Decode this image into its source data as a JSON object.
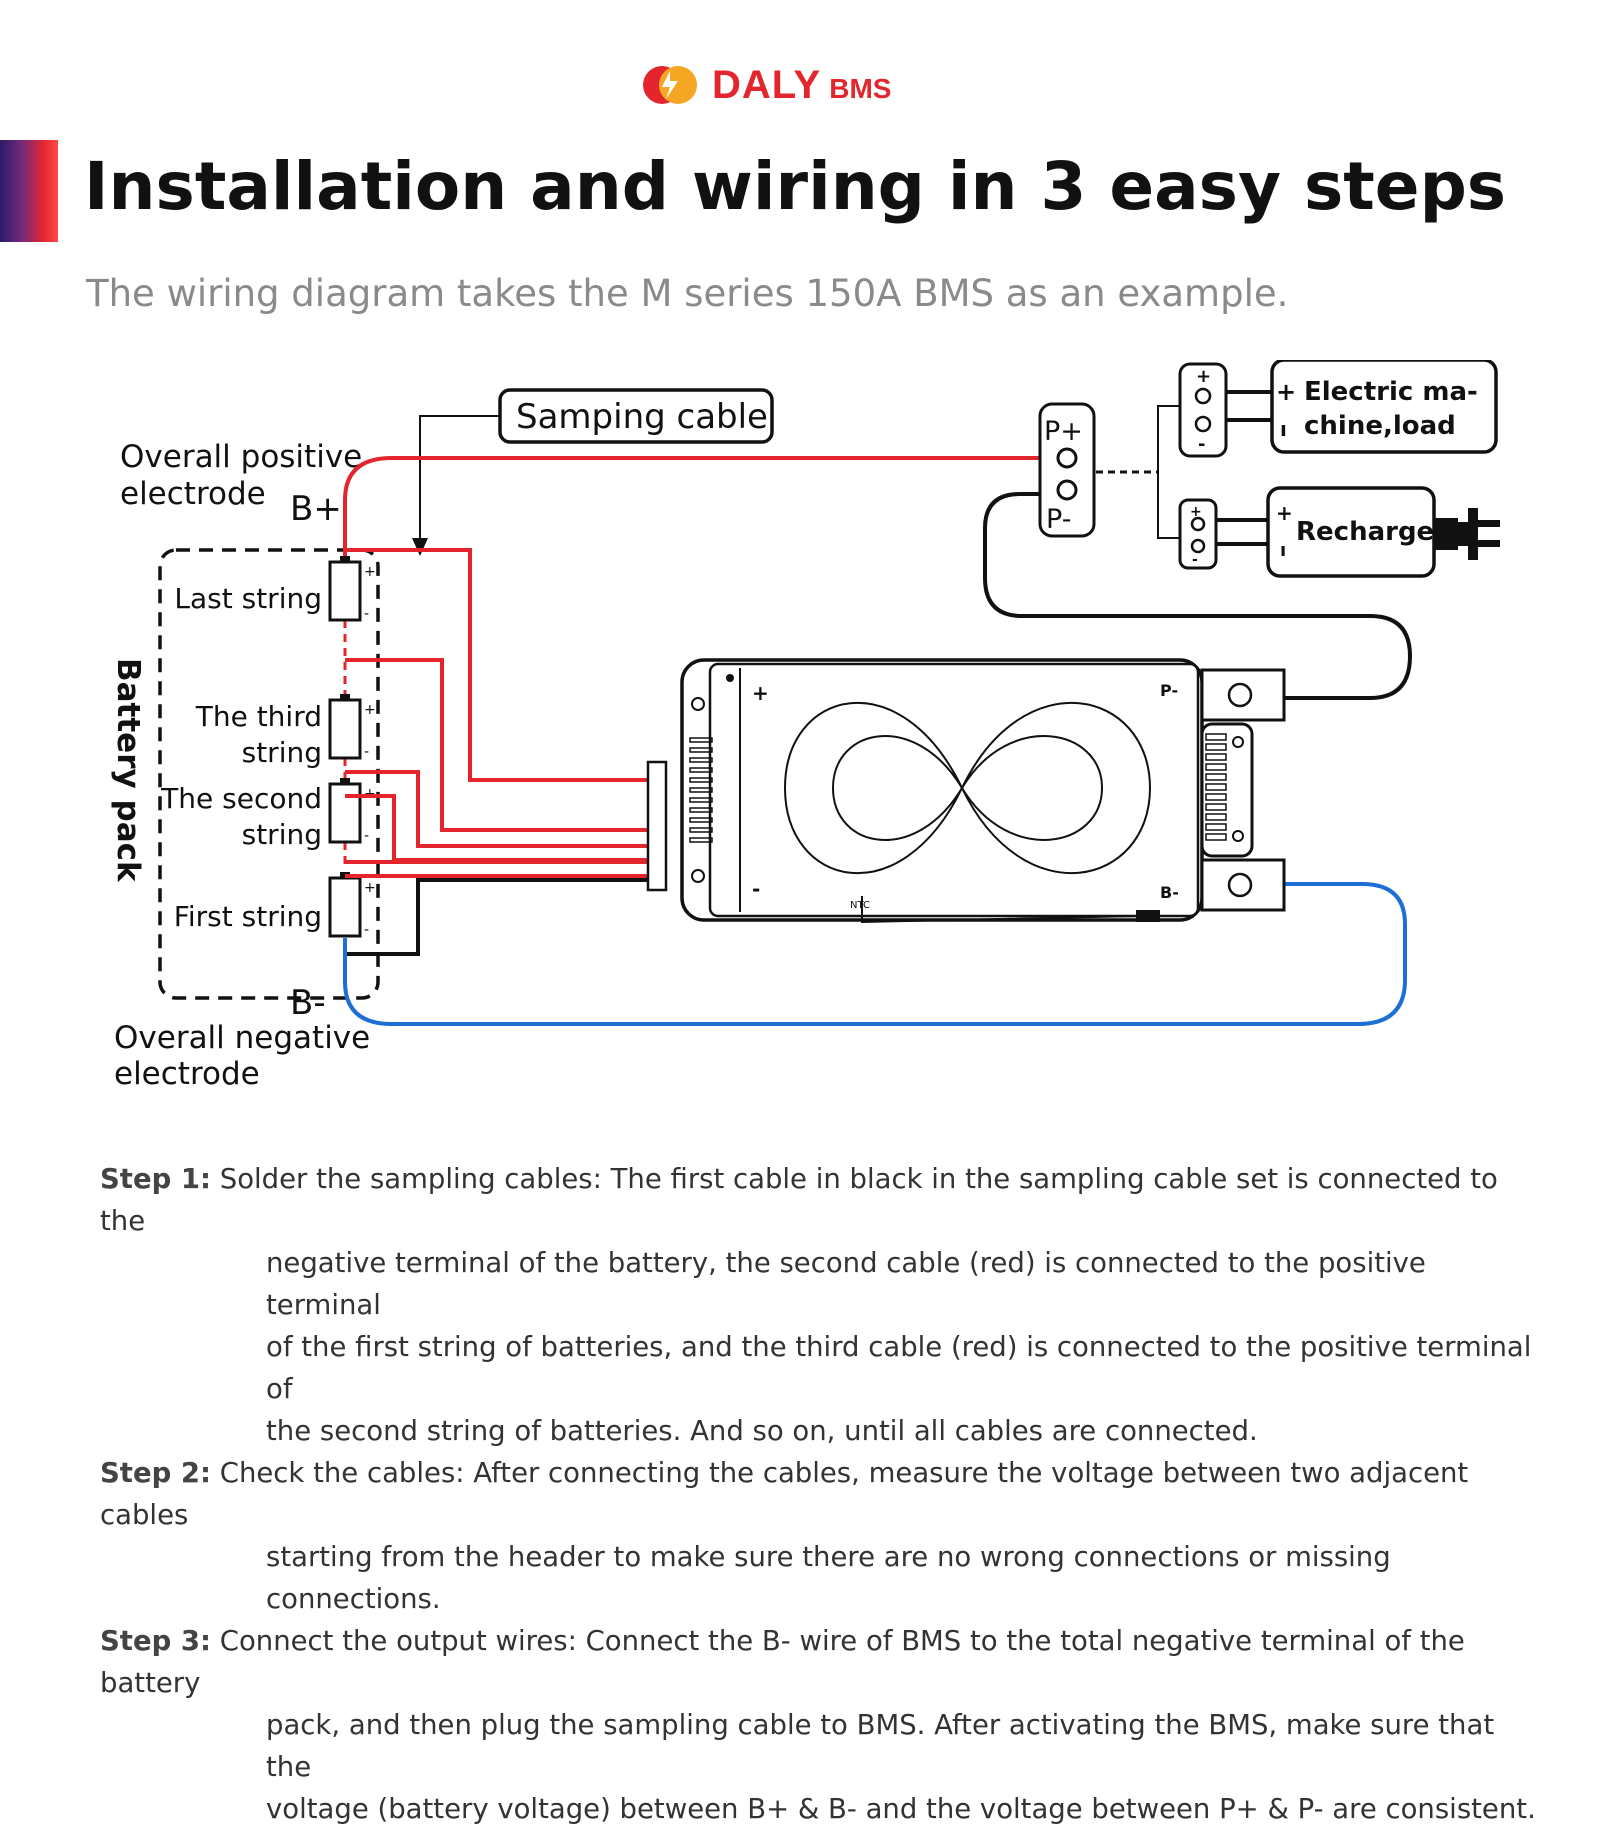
{
  "brand": {
    "name": "DALY",
    "suffix": "BMS",
    "color": "#e3262e"
  },
  "title": "Installation and wiring in 3 easy steps",
  "subtitle": "The wiring diagram takes the M series 150A BMS as an example.",
  "diagram": {
    "sampling_cable_label": "Samping cable",
    "overall_positive": [
      "Overall positive",
      "electrode"
    ],
    "b_plus": "B+",
    "b_minus": "B-",
    "overall_negative": [
      "Overall negative",
      "electrode"
    ],
    "battery_pack": "Battery pack",
    "strings": {
      "last": "Last string",
      "third": [
        "The third",
        "string"
      ],
      "second": [
        "The second",
        "string"
      ],
      "first": "First string"
    },
    "p_plus": "P+",
    "p_minus": "P-",
    "load_label": [
      "Electric ma-",
      "chine,load"
    ],
    "recharger_label": "Recharger",
    "bms_labels": {
      "plus": "+",
      "minus": "-",
      "p_minus": "P-",
      "b_minus": "B-",
      "ntc": "NTC"
    },
    "colors": {
      "red": "#e3262e",
      "blue": "#1d6fd6",
      "black": "#111111"
    }
  },
  "steps": [
    {
      "head": "Step 1:",
      "first": "Solder the sampling cables: The first cable in black in the sampling cable set is connected to the",
      "rest": [
        "negative terminal of the battery, the second cable (red) is connected to the positive terminal",
        "of the first string of batteries, and the third cable (red) is connected to the positive terminal of",
        "the second string of batteries. And so on, until all cables are connected."
      ]
    },
    {
      "head": "Step 2:",
      "first": "Check the cables: After connecting the cables, measure the voltage between two adjacent cables",
      "rest": [
        "starting from the header to make sure there are no wrong connections or missing connections."
      ]
    },
    {
      "head": "Step 3:",
      "first": "Connect the output wires: Connect the B- wire of BMS to the total negative terminal of the battery",
      "rest": [
        "pack, and then plug the sampling cable to BMS. After activating the BMS, make sure that the",
        "voltage (battery voltage) between B+ & B- and the voltage between P+ & P- are consistent."
      ]
    }
  ]
}
